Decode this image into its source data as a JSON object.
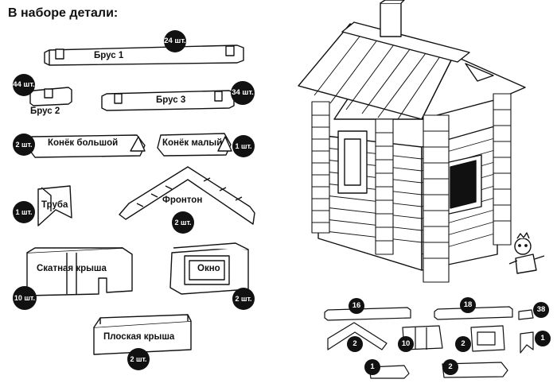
{
  "title": "В наборе детали:",
  "parts": {
    "brus1": {
      "label": "Брус 1",
      "count": "24 шт."
    },
    "brus2": {
      "label": "Брус 2",
      "count": "44 шт."
    },
    "brus3": {
      "label": "Брус 3",
      "count": "34 шт."
    },
    "konek_big": {
      "label": "Конёк большой",
      "count": "2 шт."
    },
    "konek_small": {
      "label": "Конёк малый",
      "count": "1 шт."
    },
    "truba": {
      "label": "Труба",
      "count": "1 шт."
    },
    "fronton": {
      "label": "Фронтон",
      "count": "2 шт."
    },
    "skat": {
      "label": "Скатная крыша",
      "count": "10 шт."
    },
    "okno": {
      "label": "Окно",
      "count": "2 шт."
    },
    "ploskaya": {
      "label": "Плоская крыша",
      "count": "2 шт."
    }
  },
  "used": {
    "brus1": "16",
    "brus3": "18",
    "brus2": "38",
    "fronton": "2",
    "skat": "10",
    "okno": "2",
    "truba": "1",
    "konek_small": "1",
    "konek_big": "2"
  }
}
